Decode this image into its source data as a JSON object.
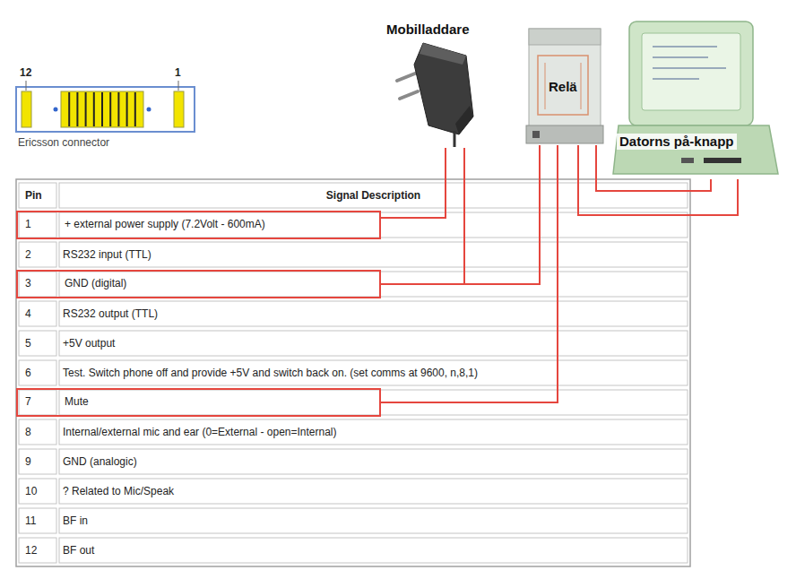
{
  "diagram": {
    "nodes": [
      {
        "text": [
          "Mobilladdare"
        ]
      },
      {
        "text": [
          "Relä"
        ]
      },
      {
        "text": [
          "Datorns på-knapp"
        ]
      },
      {
        "text": [
          "1",
          "+ external power supply (7.2Volt - 600mA)"
        ]
      },
      {
        "text": [
          "3",
          "GND (digital)"
        ]
      },
      {
        "text": [
          "7",
          "Mute"
        ]
      }
    ],
    "edges": [
      {
        "from": 0,
        "to": 3,
        "arrow": "none"
      },
      {
        "from": 0,
        "to": 4,
        "arrow": "none"
      },
      {
        "from": 1,
        "to": 4,
        "arrow": "none"
      },
      {
        "from": 1,
        "to": 5,
        "arrow": "none"
      },
      {
        "from": 1,
        "to": 2,
        "arrow": "none"
      },
      {
        "from": 1,
        "to": 2,
        "arrow": "none"
      }
    ],
    "labels": [
      "12",
      "1",
      "Ericsson connector",
      "Pin",
      "Signal Description",
      "2",
      "RS232 input (TTL)",
      "4",
      "RS232 output (TTL)",
      "5",
      "+5V output",
      "6",
      "Test. Switch phone off and provide +5V and switch back on. (set comms at 9600, n,8,1)",
      "8",
      "Internal/external mic and ear (0=External - open=Internal)",
      "9",
      "GND (analogic)",
      "10",
      "? Related to Mic/Speak",
      "11",
      "BF in",
      "12",
      "BF out"
    ]
  }
}
